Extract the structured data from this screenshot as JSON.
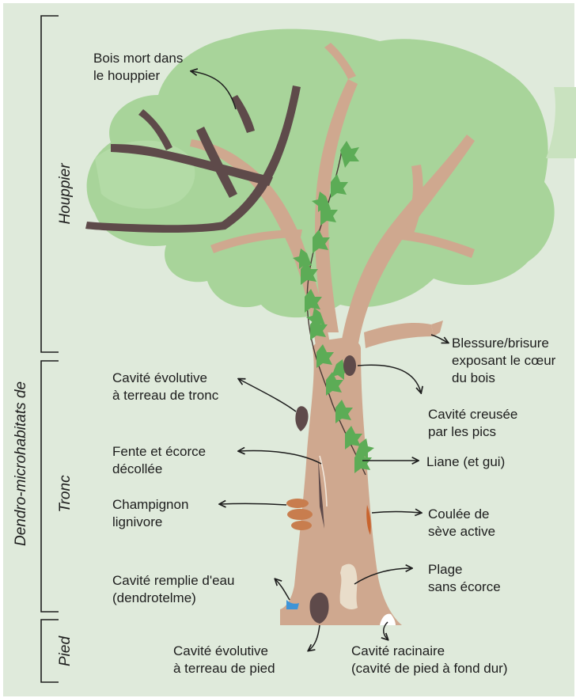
{
  "axis_labels": {
    "main": "Dendro-microhabitats de",
    "crown": "Houppier",
    "trunk": "Tronc",
    "foot": "Pied"
  },
  "labels": {
    "bois_mort": "Bois mort dans\nle houppier",
    "blessure": "Blessure/brisure\nexposant le cœur\ndu bois",
    "cavite_tronc": "Cavité évolutive\nà terreau de tronc",
    "cavite_pics": "Cavité creusée\npar les pics",
    "fente": "Fente et écorce\ndécollée",
    "liane": "Liane (et gui)",
    "champignon": "Champignon\nlignivore",
    "coulee": "Coulée de\nsève active",
    "dendrotelme": "Cavité remplie d'eau\n(dendrotelme)",
    "plage": "Plage\nsans écorce",
    "cavite_pied": "Cavité évolutive\nà terreau de pied",
    "racinaire": "Cavité racinaire\n(cavité de pied à fond dur)"
  },
  "colors": {
    "panel_background": "#dfeadb",
    "foliage": "#a8d49a",
    "foliage_dark": "#93c784",
    "trunk": "#cfa88f",
    "dead_wood": "#5e4a4a",
    "ivy_leaf": "#5cac56",
    "fungus": "#c87d4e",
    "sap_flow": "#c8632d",
    "water": "#3d94d8",
    "bark_free": "#e9ddca",
    "root_cavity": "#ffffff",
    "text": "#1d1d1d"
  }
}
